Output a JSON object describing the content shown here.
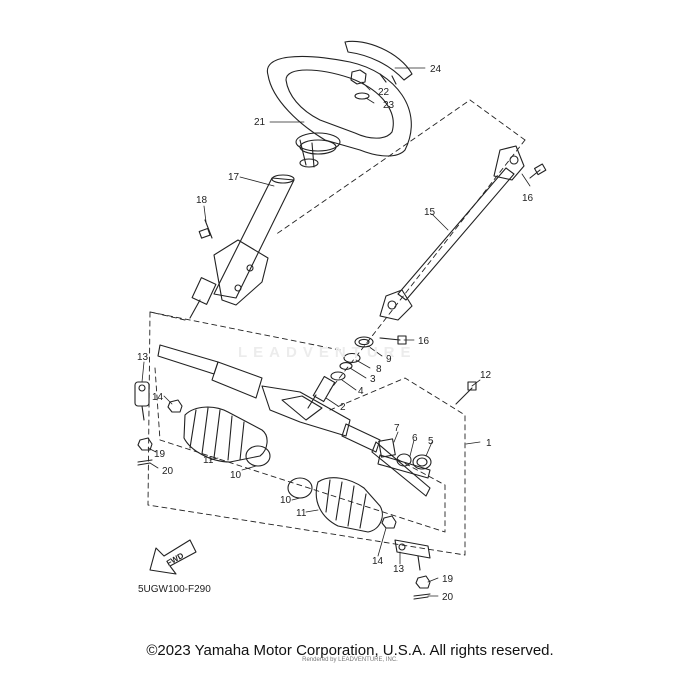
{
  "diagram": {
    "code": "5UGW100-F290",
    "fwd_label": "FWD",
    "watermark": "LEADVENTURE",
    "copyright": "©2023 Yamaha Motor Corporation, U.S.A. All rights reserved.",
    "smallprint": "Rendered by LEADVENTURE, INC.",
    "callouts": [
      {
        "id": "c24",
        "label": "24"
      },
      {
        "id": "c22",
        "label": "22"
      },
      {
        "id": "c23",
        "label": "23"
      },
      {
        "id": "c21",
        "label": "21"
      },
      {
        "id": "c17",
        "label": "17"
      },
      {
        "id": "c18",
        "label": "18"
      },
      {
        "id": "c16a",
        "label": "16"
      },
      {
        "id": "c15",
        "label": "15"
      },
      {
        "id": "c16b",
        "label": "16"
      },
      {
        "id": "c9",
        "label": "9"
      },
      {
        "id": "c8",
        "label": "8"
      },
      {
        "id": "c3",
        "label": "3"
      },
      {
        "id": "c4",
        "label": "4"
      },
      {
        "id": "c2",
        "label": "2"
      },
      {
        "id": "c12",
        "label": "12"
      },
      {
        "id": "c13a",
        "label": "13"
      },
      {
        "id": "c14a",
        "label": "14"
      },
      {
        "id": "c19a",
        "label": "19"
      },
      {
        "id": "c20a",
        "label": "20"
      },
      {
        "id": "c11a",
        "label": "11"
      },
      {
        "id": "c10a",
        "label": "10"
      },
      {
        "id": "c7",
        "label": "7"
      },
      {
        "id": "c6",
        "label": "6"
      },
      {
        "id": "c5",
        "label": "5"
      },
      {
        "id": "c1",
        "label": "1"
      },
      {
        "id": "c10b",
        "label": "10"
      },
      {
        "id": "c11b",
        "label": "11"
      },
      {
        "id": "c14b",
        "label": "14"
      },
      {
        "id": "c13b",
        "label": "13"
      },
      {
        "id": "c19b",
        "label": "19"
      },
      {
        "id": "c20b",
        "label": "20"
      }
    ]
  }
}
